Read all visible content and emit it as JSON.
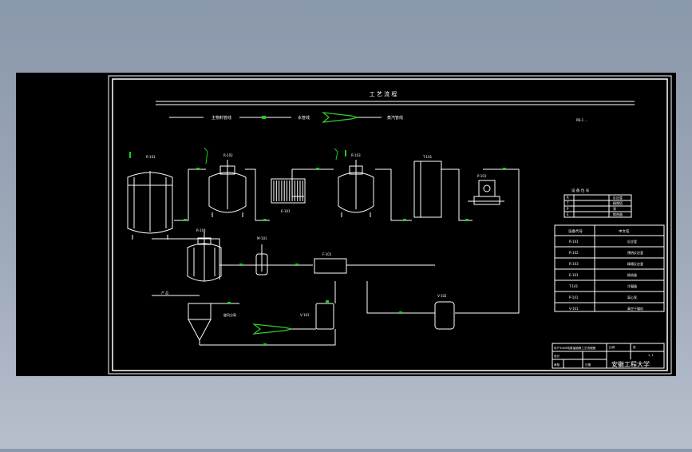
{
  "colors": {
    "canvas": "#000000",
    "line": "#ffffff",
    "flow_arrow": "#33cc33",
    "valve_marker": "#1fcc1f",
    "label": "#ffffff"
  },
  "header": {
    "title": "工 艺 流 程"
  },
  "legend": {
    "main_material": "主物料管线",
    "water": "水管线",
    "steam": "蒸汽管线"
  },
  "diagram": {
    "top_right_note": "PB-1 ...",
    "labels": {
      "vessel_1": "R-101",
      "vessel_2": "R-102",
      "vessel_3": "R-103",
      "column": "T-101",
      "pump": "P-101",
      "exchanger": "E-101",
      "mixer_tank": "R-104",
      "agitator": "M-101",
      "filter": "F-101",
      "product": "产 品",
      "cyclone": "旋风分离",
      "small_tank": "V-101",
      "receiver": "V-102"
    }
  },
  "symbol_table": {
    "header": "设 备 位 号",
    "rows": [
      {
        "code": "R",
        "name": "反应釜"
      },
      {
        "code": "T",
        "name": "精馏塔"
      },
      {
        "code": "P",
        "name": "泵"
      },
      {
        "code": "E",
        "name": "换热器"
      }
    ]
  },
  "equipment_table": {
    "headers": [
      "设备代号",
      "中文名"
    ],
    "rows": [
      {
        "code": "R-101",
        "name": "反应釜"
      },
      {
        "code": "R-102",
        "name": "预热反应釜"
      },
      {
        "code": "R-103",
        "name": "精馏反应釜"
      },
      {
        "code": "E-101",
        "name": "换热器"
      },
      {
        "code": "T-101",
        "name": "冷凝器"
      },
      {
        "code": "P-101",
        "name": "离心泵"
      },
      {
        "code": "V-101",
        "name": "真空干燥机"
      }
    ]
  },
  "title_block": {
    "drawing_name": "年产3000吨蒸馏酒精工艺流程图",
    "scale_label": "比例",
    "sheet_label": "张",
    "sheet_value": "1, 1",
    "drawn_label": "设计",
    "checked_label": "审核",
    "date_label": "日期",
    "university": "安徽工程大学"
  }
}
